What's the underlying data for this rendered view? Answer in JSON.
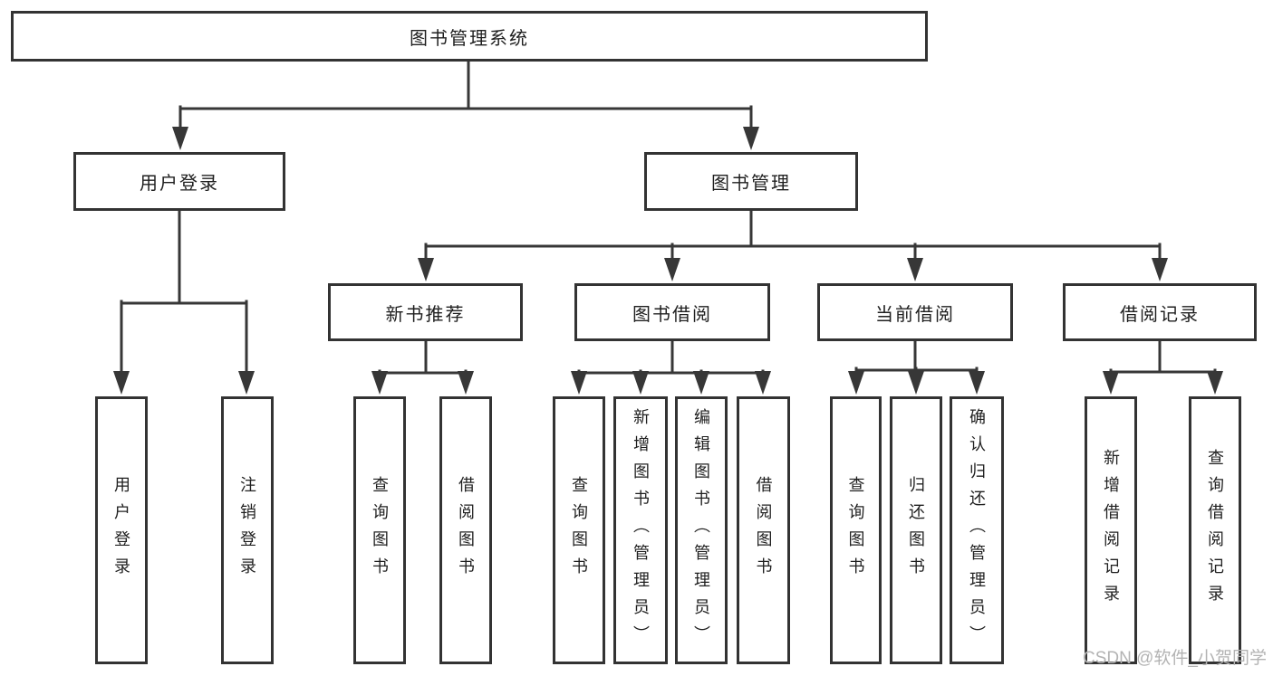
{
  "diagram_type": "hierarchy-tree",
  "tree": {
    "label": "图书管理系统",
    "children": [
      {
        "label": "用户登录",
        "children": [
          {
            "label": "用户登录"
          },
          {
            "label": "注销登录"
          }
        ]
      },
      {
        "label": "图书管理",
        "children": [
          {
            "label": "新书推荐",
            "children": [
              {
                "label": "查询图书"
              },
              {
                "label": "借阅图书"
              }
            ]
          },
          {
            "label": "图书借阅",
            "children": [
              {
                "label": "查询图书"
              },
              {
                "label": "新增图书（管理员）"
              },
              {
                "label": "编辑图书（管理员）"
              },
              {
                "label": "借阅图书"
              }
            ]
          },
          {
            "label": "当前借阅",
            "children": [
              {
                "label": "查询图书"
              },
              {
                "label": "归还图书"
              },
              {
                "label": "确认归还（管理员）"
              }
            ]
          },
          {
            "label": "借阅记录",
            "children": [
              {
                "label": "新增借阅记录"
              },
              {
                "label": "查询借阅记录"
              }
            ]
          }
        ]
      }
    ]
  },
  "watermark": "CSDN @软件_小贺同学",
  "colors": {
    "line": "#373737",
    "box_border": "#333333",
    "box_fill": "#ffffff",
    "text": "#1f1f1f",
    "watermark": "#b3b3b3",
    "background": "#ffffff"
  }
}
